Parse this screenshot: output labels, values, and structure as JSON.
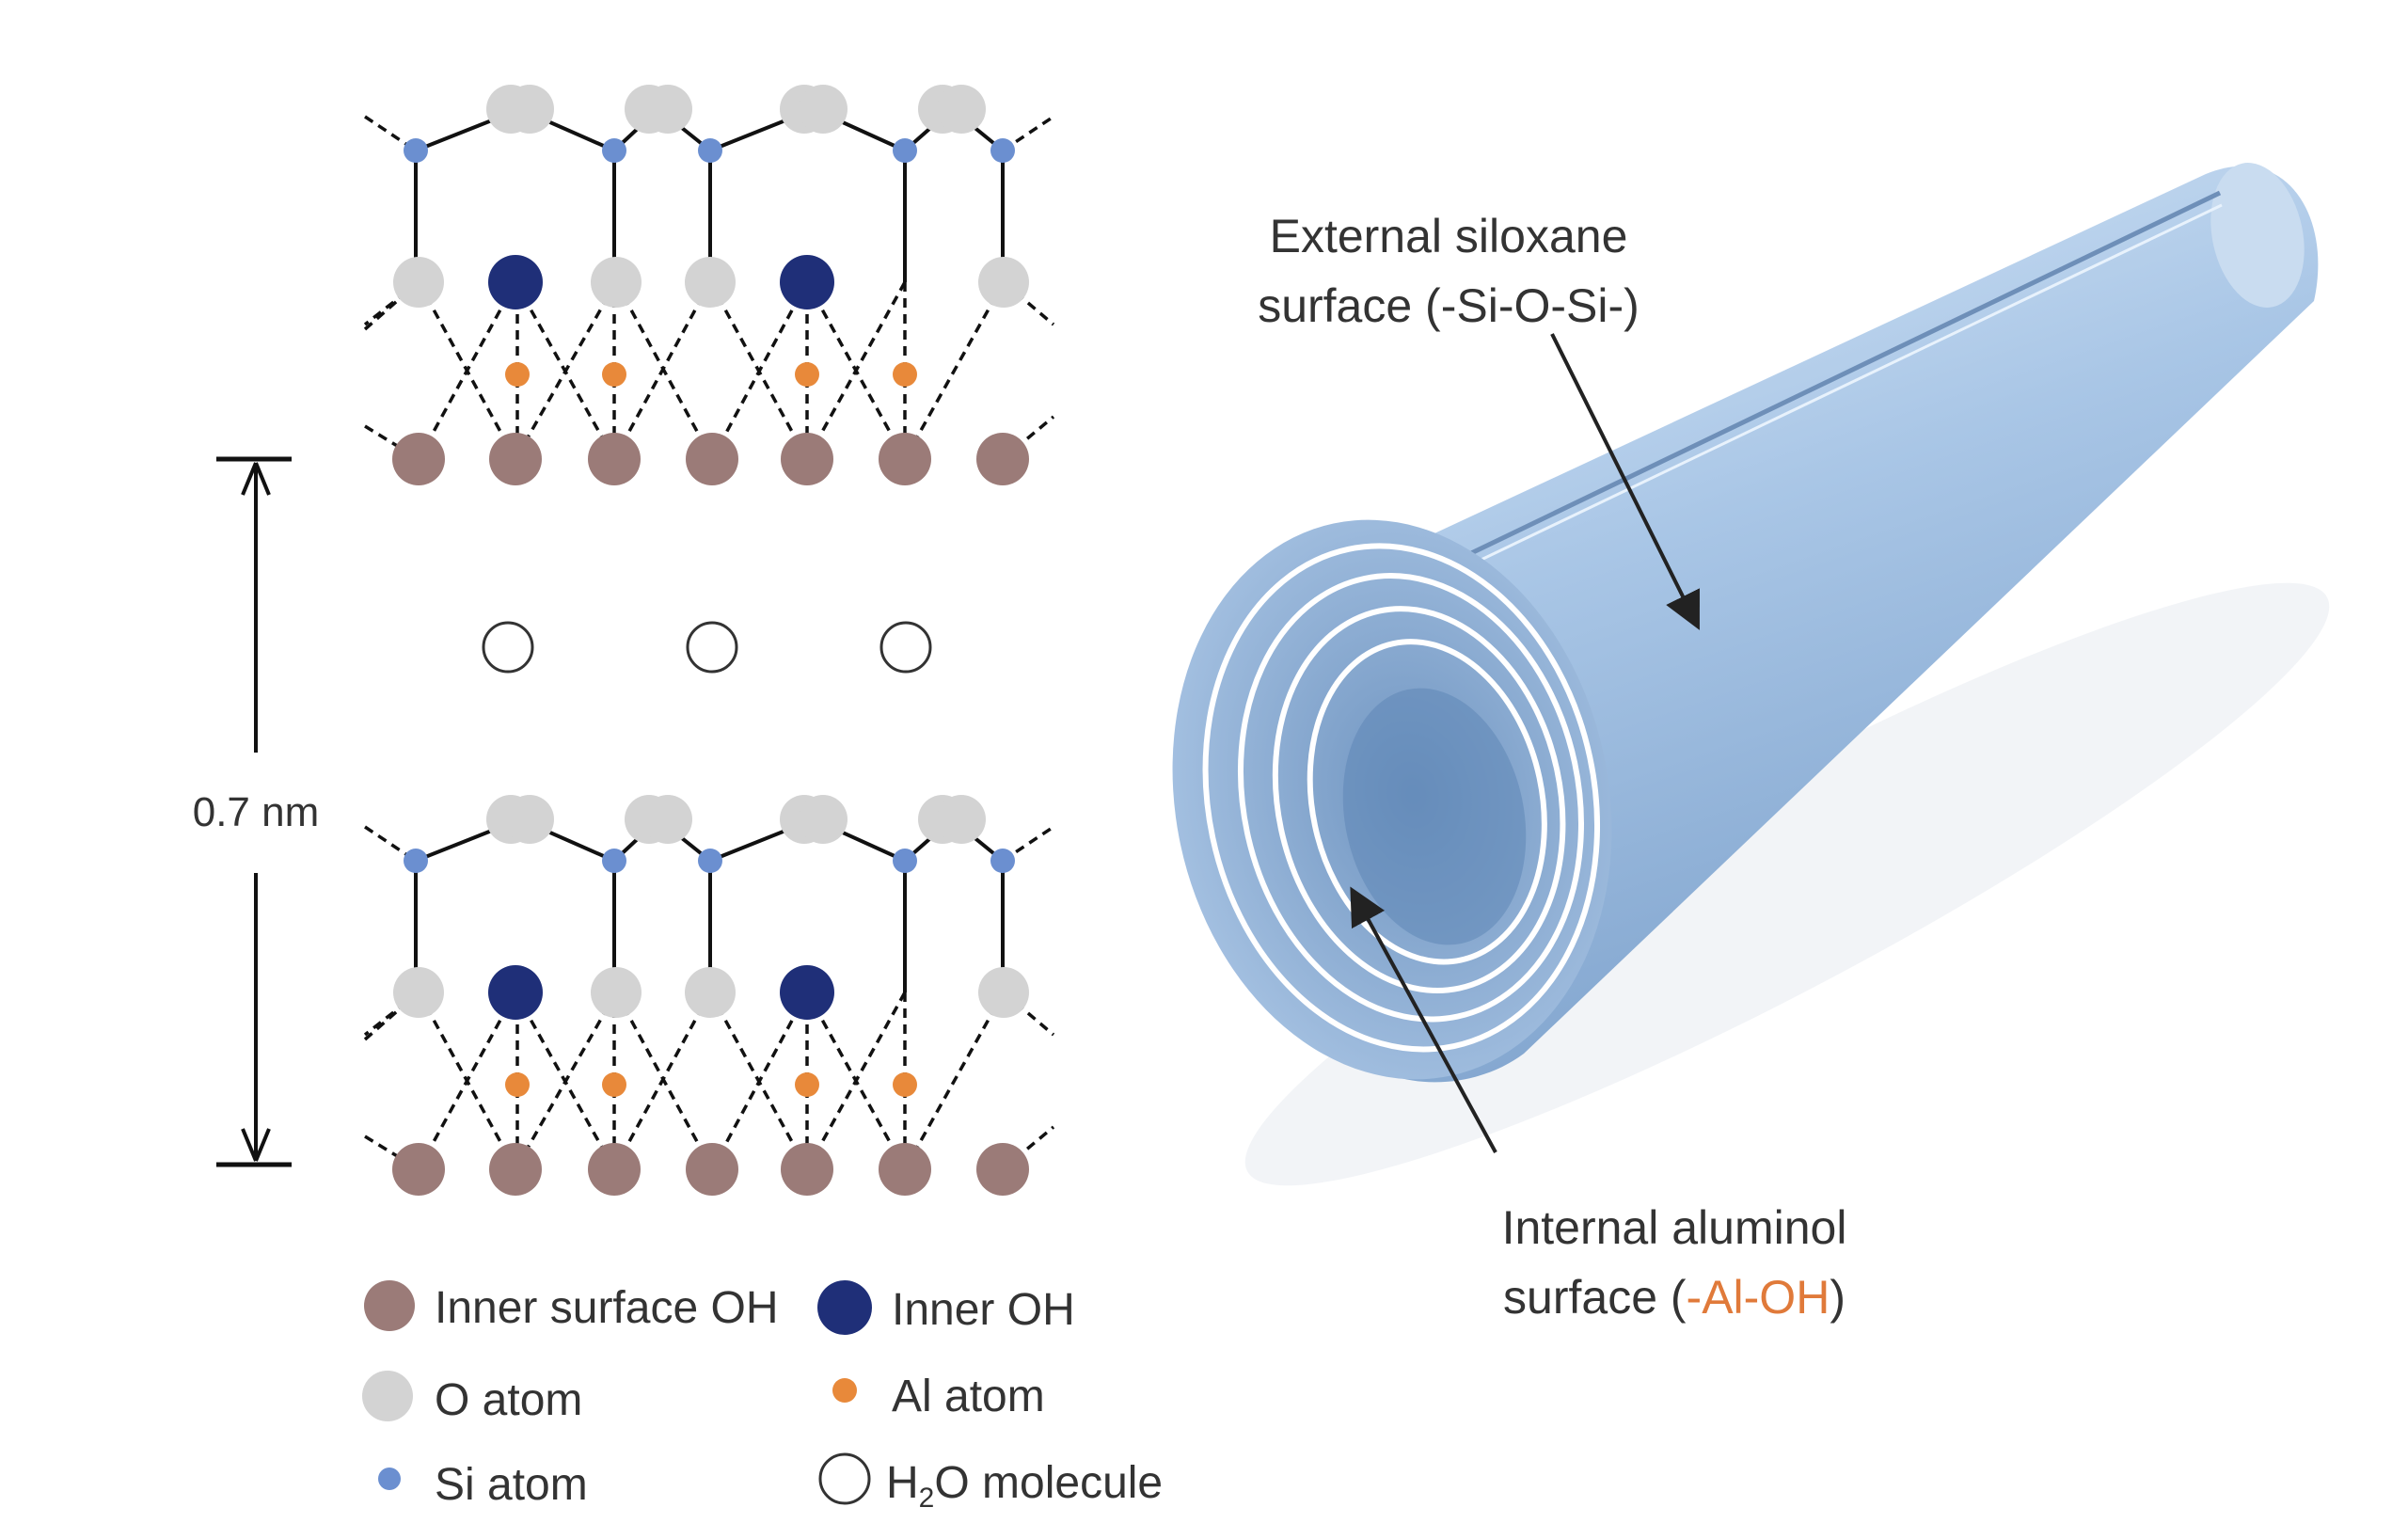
{
  "scale_bar": {
    "label": "0.7 nm"
  },
  "labels": {
    "external": {
      "line1": "External siloxane",
      "line2": "surface (-Si-O-Si-)"
    },
    "internal": {
      "line1": "Internal aluminol",
      "line2_prefix": "surface (",
      "line2_highlight": "-Al-OH",
      "line2_suffix": ")"
    }
  },
  "legend": {
    "inner_surface_oh": "Inner surface OH",
    "inner_oh": "Inner OH",
    "o_atom": "O atom",
    "al_atom": "Al atom",
    "si_atom": "Si atom",
    "h2o_molecule": {
      "prefix": "H",
      "sub": "2",
      "suffix": "O molecule"
    }
  },
  "colors": {
    "inner_surface_oh": "#9b7b78",
    "inner_oh": "#1f2f78",
    "o_atom": "#d3d3d3",
    "al_atom": "#e8893a",
    "si_atom": "#6b8fd0",
    "tube": "#a9c6e6",
    "highlight": "#e07a3a"
  }
}
